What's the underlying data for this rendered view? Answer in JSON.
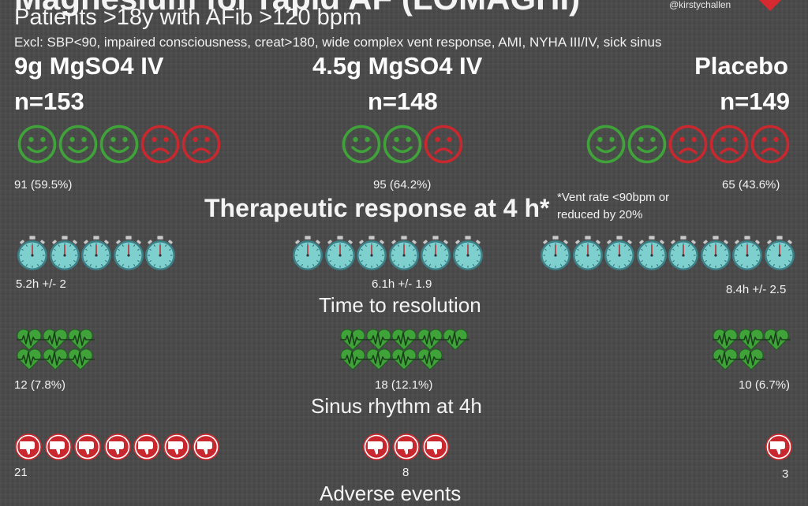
{
  "header": {
    "title_fragment": "Magnesium for rapid AF (LOMAGHI)",
    "population": "Patients >18y with AFib >120 bpm",
    "exclusions": "Excl: SBP<90, impaired consciousness, creat>180, wide complex vent response, AMI, NYHA III/IV, sick sinus",
    "handle": "@kirstychallen"
  },
  "colors": {
    "success": "#3fa33a",
    "failure": "#c8282e",
    "heart_green": "#3fa33a",
    "stopwatch": "#7ed0cf"
  },
  "icons": {
    "success": "smiley-icon",
    "failure": "frown-icon",
    "time": "stopwatch-icon",
    "rhythm": "heartbeat-heart-icon",
    "adverse": "thumbs-down-icon",
    "logo": "heart-logo-icon"
  },
  "arms": [
    {
      "name": "9g MgSO4 IV",
      "n": "n=153",
      "response": {
        "good": 3,
        "bad": 2,
        "label": "91 (59.5%)"
      },
      "time": {
        "count": 5,
        "label": "5.2h +/- 2"
      },
      "sinus": {
        "count": 6,
        "label": "12 (7.8%)"
      },
      "adverse": {
        "count": 7,
        "label": "21"
      }
    },
    {
      "name": "4.5g MgSO4 IV",
      "n": "n=148",
      "response": {
        "good": 2,
        "bad": 1,
        "label": "95 (64.2%)"
      },
      "time": {
        "count": 6,
        "label": "6.1h +/- 1.9"
      },
      "sinus": {
        "count": 9,
        "label": "18 (12.1%)"
      },
      "adverse": {
        "count": 3,
        "label": "8"
      }
    },
    {
      "name": "Placebo",
      "n": "n=149",
      "response": {
        "good": 2,
        "bad": 3,
        "label": "65 (43.6%)"
      },
      "time": {
        "count": 8,
        "label": "8.4h +/- 2.5"
      },
      "sinus": {
        "count": 5,
        "label": "10 (6.7%)"
      },
      "adverse": {
        "count": 1,
        "label": "3"
      }
    }
  ],
  "sections": {
    "response": "Therapeutic response at 4 h*",
    "response_note": "*Vent rate <90bpm or reduced by 20%",
    "time": "Time to resolution",
    "sinus": "Sinus rhythm at 4h",
    "adverse": "Adverse events"
  }
}
